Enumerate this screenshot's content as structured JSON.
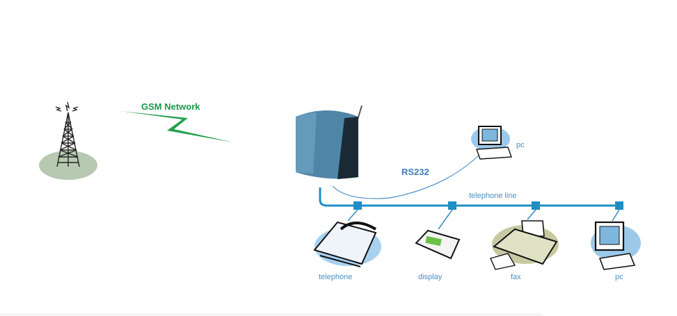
{
  "diagram": {
    "tower": {
      "label": ""
    },
    "wireless_link": {
      "label": "GSM Network",
      "color": "#22a04e"
    },
    "terminal": {
      "label": ""
    },
    "serial_link": {
      "label": "RS232"
    },
    "bus": {
      "label": "telephone line",
      "color": "#1e8ec4"
    },
    "pc_top": {
      "label": "pc"
    },
    "devices": [
      {
        "label": "telephone"
      },
      {
        "label": "display"
      },
      {
        "label": "fax"
      },
      {
        "label": "pc"
      }
    ]
  }
}
